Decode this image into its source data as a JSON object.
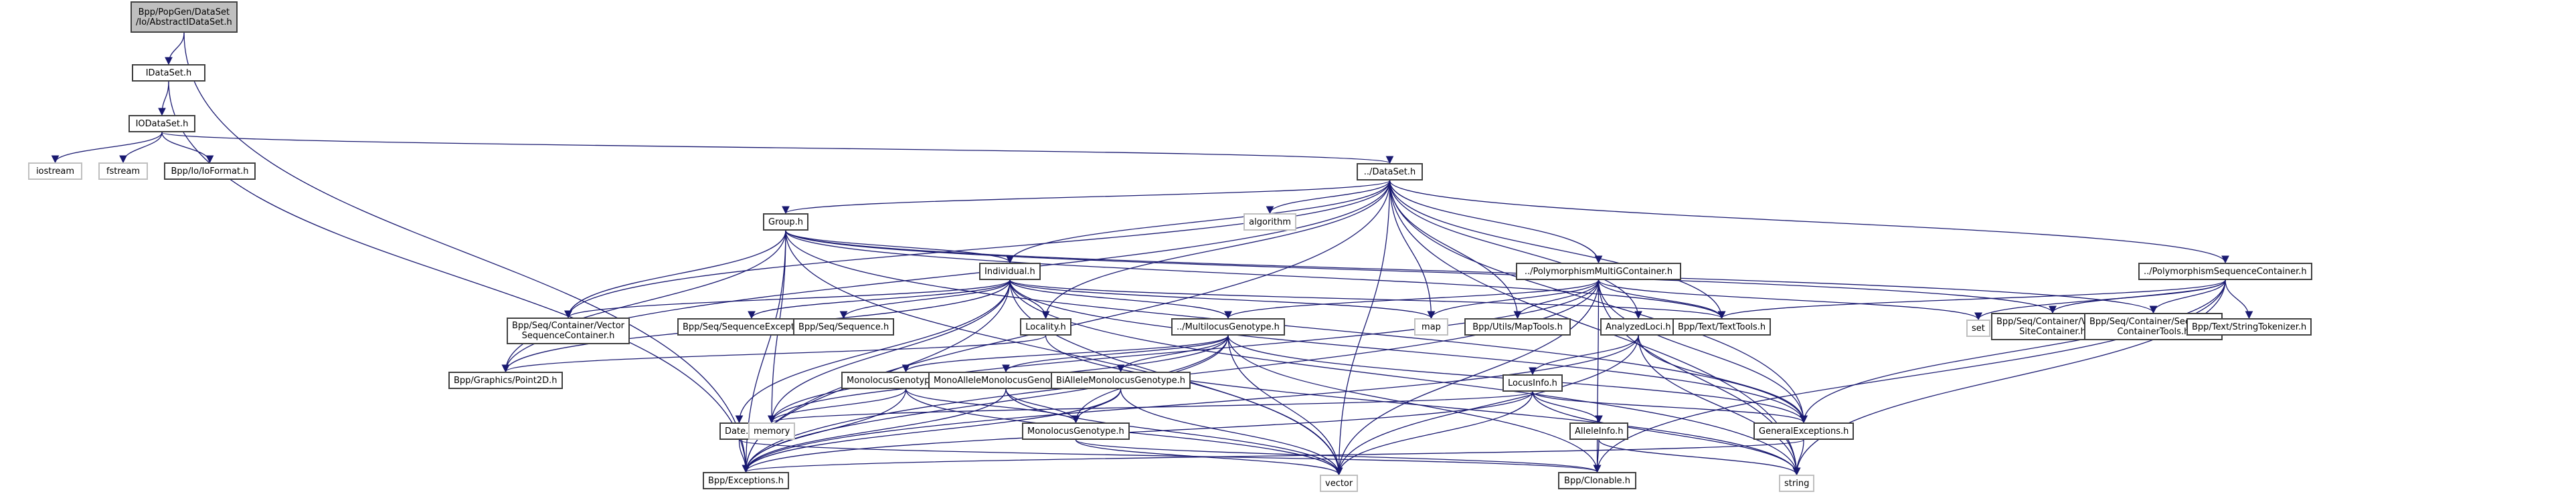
{
  "title": "Include dependency graph for AbstractIDataSet.h",
  "colors": {
    "edge": "#191970",
    "node_border": "#404040",
    "system_border": "#bfbfbf",
    "root_fill": "#bfbfbf"
  },
  "nodes": [
    {
      "id": "root",
      "label": "Bpp/PopGen/DataSet\n/Io/AbstractIDataSet.h",
      "kind": "root"
    },
    {
      "id": "idataset",
      "label": "IDataSet.h",
      "kind": "file"
    },
    {
      "id": "iodataset",
      "label": "IODataSet.h",
      "kind": "file"
    },
    {
      "id": "iostream",
      "label": "iostream",
      "kind": "system"
    },
    {
      "id": "fstream",
      "label": "fstream",
      "kind": "system"
    },
    {
      "id": "ioformat",
      "label": "Bpp/Io/IoFormat.h",
      "kind": "file"
    },
    {
      "id": "dataset",
      "label": "../DataSet.h",
      "kind": "file"
    },
    {
      "id": "group",
      "label": "Group.h",
      "kind": "file"
    },
    {
      "id": "algorithm",
      "label": "algorithm",
      "kind": "system"
    },
    {
      "id": "individual",
      "label": "Individual.h",
      "kind": "file"
    },
    {
      "id": "polymulti",
      "label": "../PolymorphismMultiGContainer.h",
      "kind": "file"
    },
    {
      "id": "polyseq",
      "label": "../PolymorphismSequenceContainer.h",
      "kind": "file"
    },
    {
      "id": "vseqcont",
      "label": "Bpp/Seq/Container/Vector\nSequenceContainer.h",
      "kind": "file"
    },
    {
      "id": "seqexc",
      "label": "Bpp/Seq/SequenceExceptions.h",
      "kind": "file"
    },
    {
      "id": "sequence",
      "label": "Bpp/Seq/Sequence.h",
      "kind": "file"
    },
    {
      "id": "locality",
      "label": "Locality.h",
      "kind": "file"
    },
    {
      "id": "multilocus",
      "label": "../MultilocusGenotype.h",
      "kind": "file"
    },
    {
      "id": "map",
      "label": "map",
      "kind": "system"
    },
    {
      "id": "maptools",
      "label": "Bpp/Utils/MapTools.h",
      "kind": "file"
    },
    {
      "id": "analyzedloci",
      "label": "AnalyzedLoci.h",
      "kind": "file"
    },
    {
      "id": "texttools",
      "label": "Bpp/Text/TextTools.h",
      "kind": "file"
    },
    {
      "id": "set",
      "label": "set",
      "kind": "system"
    },
    {
      "id": "vsitecont",
      "label": "Bpp/Seq/Container/Vector\nSiteContainer.h",
      "kind": "file"
    },
    {
      "id": "seqconttools",
      "label": "Bpp/Seq/Container/Sequence\nContainerTools.h",
      "kind": "file"
    },
    {
      "id": "stringtok",
      "label": "Bpp/Text/StringTokenizer.h",
      "kind": "file"
    },
    {
      "id": "point2d",
      "label": "Bpp/Graphics/Point2D.h",
      "kind": "file"
    },
    {
      "id": "mgtools",
      "label": "MonolocusGenotypeTools.h",
      "kind": "file"
    },
    {
      "id": "monoallele",
      "label": "MonoAlleleMonolocusGenotype.h",
      "kind": "file"
    },
    {
      "id": "biallele",
      "label": "BiAlleleMonolocusGenotype.h",
      "kind": "file"
    },
    {
      "id": "locusinfo",
      "label": "LocusInfo.h",
      "kind": "file"
    },
    {
      "id": "date",
      "label": "Date.h",
      "kind": "file"
    },
    {
      "id": "memory",
      "label": "memory",
      "kind": "system"
    },
    {
      "id": "monolocus",
      "label": "MonolocusGenotype.h",
      "kind": "file"
    },
    {
      "id": "alleleinfo",
      "label": "AlleleInfo.h",
      "kind": "file"
    },
    {
      "id": "genexc",
      "label": "GeneralExceptions.h",
      "kind": "file"
    },
    {
      "id": "exceptions",
      "label": "Bpp/Exceptions.h",
      "kind": "file"
    },
    {
      "id": "vector",
      "label": "vector",
      "kind": "system"
    },
    {
      "id": "clonable",
      "label": "Bpp/Clonable.h",
      "kind": "file"
    },
    {
      "id": "string",
      "label": "string",
      "kind": "system"
    }
  ],
  "edges": [
    [
      "root",
      "idataset"
    ],
    [
      "root",
      "exceptions"
    ],
    [
      "idataset",
      "iodataset"
    ],
    [
      "idataset",
      "exceptions"
    ],
    [
      "iodataset",
      "iostream"
    ],
    [
      "iodataset",
      "fstream"
    ],
    [
      "iodataset",
      "ioformat"
    ],
    [
      "iodataset",
      "dataset"
    ],
    [
      "dataset",
      "group"
    ],
    [
      "dataset",
      "algorithm"
    ],
    [
      "dataset",
      "individual"
    ],
    [
      "dataset",
      "polymulti"
    ],
    [
      "dataset",
      "polyseq"
    ],
    [
      "dataset",
      "locality"
    ],
    [
      "dataset",
      "map"
    ],
    [
      "dataset",
      "maptools"
    ],
    [
      "dataset",
      "analyzedloci"
    ],
    [
      "dataset",
      "exceptions"
    ],
    [
      "dataset",
      "vector"
    ],
    [
      "dataset",
      "string"
    ],
    [
      "dataset",
      "vseqcont"
    ],
    [
      "dataset",
      "point2d"
    ],
    [
      "dataset",
      "texttools"
    ],
    [
      "dataset",
      "genexc"
    ],
    [
      "group",
      "individual"
    ],
    [
      "group",
      "vseqcont"
    ],
    [
      "group",
      "point2d"
    ],
    [
      "group",
      "exceptions"
    ],
    [
      "group",
      "vector"
    ],
    [
      "group",
      "memory"
    ],
    [
      "group",
      "vsitecont"
    ],
    [
      "group",
      "seqconttools"
    ],
    [
      "group",
      "genexc"
    ],
    [
      "group",
      "texttools"
    ],
    [
      "individual",
      "vseqcont"
    ],
    [
      "individual",
      "seqexc"
    ],
    [
      "individual",
      "sequence"
    ],
    [
      "individual",
      "locality"
    ],
    [
      "individual",
      "multilocus"
    ],
    [
      "individual",
      "point2d"
    ],
    [
      "individual",
      "date"
    ],
    [
      "individual",
      "memory"
    ],
    [
      "individual",
      "exceptions"
    ],
    [
      "individual",
      "vector"
    ],
    [
      "individual",
      "texttools"
    ],
    [
      "individual",
      "genexc"
    ],
    [
      "individual",
      "map"
    ],
    [
      "individual",
      "string"
    ],
    [
      "polymulti",
      "multilocus"
    ],
    [
      "polymulti",
      "map"
    ],
    [
      "polymulti",
      "maptools"
    ],
    [
      "polymulti",
      "texttools"
    ],
    [
      "polymulti",
      "set"
    ],
    [
      "polymulti",
      "vector"
    ],
    [
      "polymulti",
      "string"
    ],
    [
      "polymulti",
      "exceptions"
    ],
    [
      "polymulti",
      "genexc"
    ],
    [
      "polymulti",
      "clonable"
    ],
    [
      "polymulti",
      "memory"
    ],
    [
      "polyseq",
      "set"
    ],
    [
      "polyseq",
      "vsitecont"
    ],
    [
      "polyseq",
      "seqconttools"
    ],
    [
      "polyseq",
      "stringtok"
    ],
    [
      "polyseq",
      "texttools"
    ],
    [
      "polyseq",
      "string"
    ],
    [
      "polyseq",
      "clonable"
    ],
    [
      "polyseq",
      "genexc"
    ],
    [
      "locality",
      "point2d"
    ],
    [
      "locality",
      "string"
    ],
    [
      "multilocus",
      "mgtools"
    ],
    [
      "multilocus",
      "monoallele"
    ],
    [
      "multilocus",
      "biallele"
    ],
    [
      "multilocus",
      "monolocus"
    ],
    [
      "multilocus",
      "exceptions"
    ],
    [
      "multilocus",
      "vector"
    ],
    [
      "multilocus",
      "memory"
    ],
    [
      "multilocus",
      "clonable"
    ],
    [
      "multilocus",
      "genexc"
    ],
    [
      "analyzedloci",
      "locusinfo"
    ],
    [
      "analyzedloci",
      "genexc"
    ],
    [
      "analyzedloci",
      "exceptions"
    ],
    [
      "analyzedloci",
      "vector"
    ],
    [
      "analyzedloci",
      "string"
    ],
    [
      "mgtools",
      "memory"
    ],
    [
      "mgtools",
      "monolocus"
    ],
    [
      "mgtools",
      "exceptions"
    ],
    [
      "mgtools",
      "vector"
    ],
    [
      "monoallele",
      "monolocus"
    ],
    [
      "monoallele",
      "exceptions"
    ],
    [
      "monoallele",
      "vector"
    ],
    [
      "biallele",
      "monolocus"
    ],
    [
      "biallele",
      "exceptions"
    ],
    [
      "biallele",
      "vector"
    ],
    [
      "locusinfo",
      "alleleinfo"
    ],
    [
      "locusinfo",
      "genexc"
    ],
    [
      "locusinfo",
      "exceptions"
    ],
    [
      "locusinfo",
      "vector"
    ],
    [
      "locusinfo",
      "string"
    ],
    [
      "locusinfo",
      "memory"
    ],
    [
      "date",
      "exceptions"
    ],
    [
      "date",
      "clonable"
    ],
    [
      "monolocus",
      "clonable"
    ],
    [
      "monolocus",
      "vector"
    ],
    [
      "alleleinfo",
      "clonable"
    ],
    [
      "alleleinfo",
      "string"
    ],
    [
      "genexc",
      "exceptions"
    ],
    [
      "genexc",
      "string"
    ]
  ]
}
